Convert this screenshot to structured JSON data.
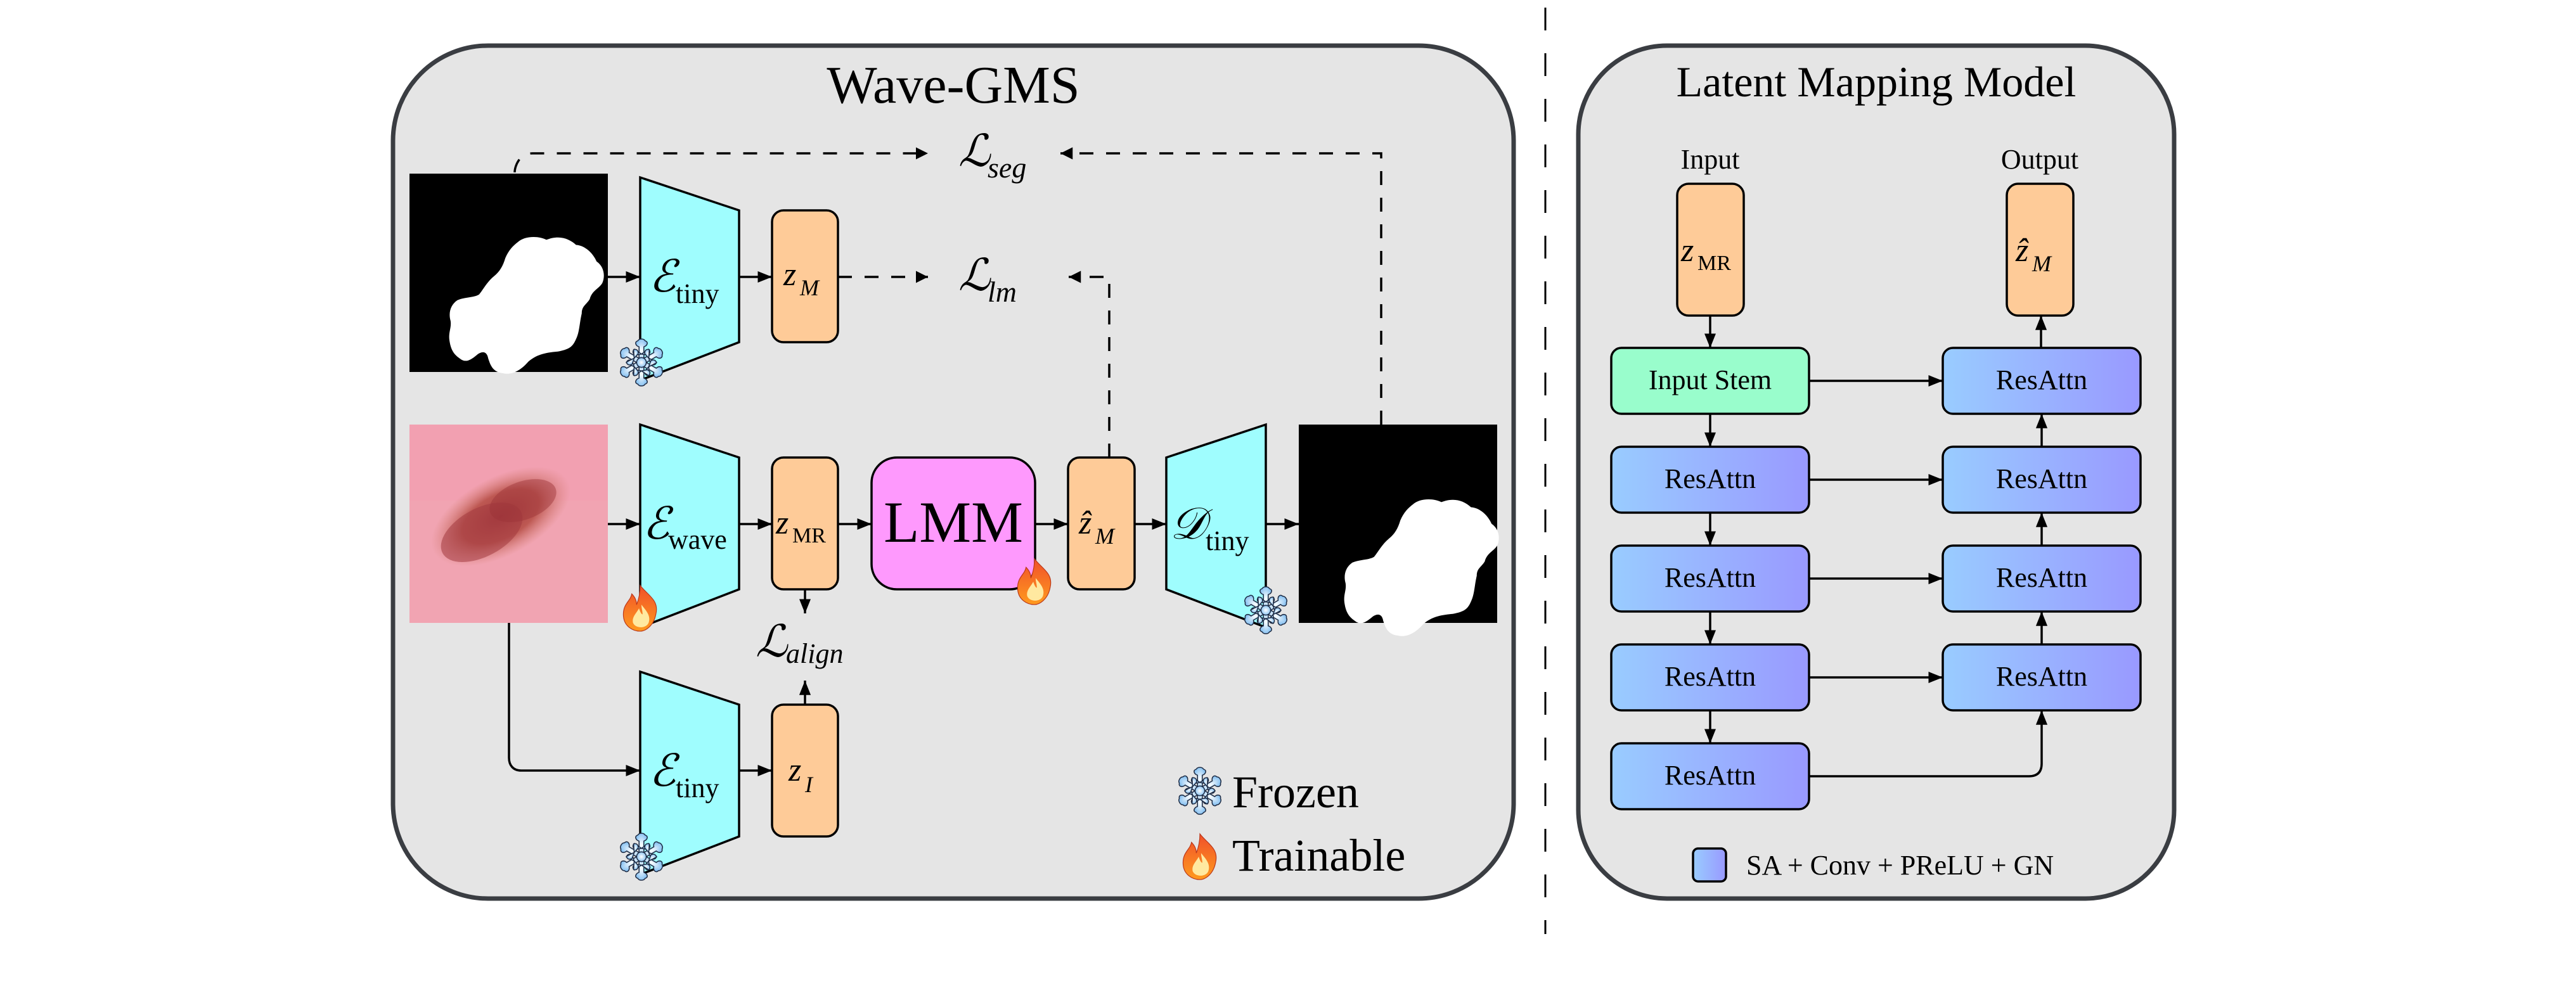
{
  "figure": {
    "left_panel": {
      "title": "Wave-GMS",
      "encoders": {
        "top": {
          "symbol": "ℰ",
          "subscript": "tiny",
          "status": "frozen"
        },
        "middle": {
          "symbol": "ℰ",
          "subscript": "wave",
          "status": "trainable"
        },
        "bottom": {
          "symbol": "ℰ",
          "subscript": "tiny",
          "status": "frozen"
        }
      },
      "decoder": {
        "symbol": "𝒟",
        "subscript": "tiny",
        "status": "frozen"
      },
      "latents": {
        "z_M": {
          "base": "z",
          "subscript": "M"
        },
        "z_MR": {
          "base": "z",
          "subscript": "MR"
        },
        "z_hat_M": {
          "base": "ẑ",
          "subscript": "M"
        },
        "z_I": {
          "base": "z",
          "subscript": "I"
        }
      },
      "lmm": {
        "label": "LMM",
        "status": "trainable"
      },
      "losses": {
        "seg": {
          "base": "ℒ",
          "subscript": "seg"
        },
        "lm": {
          "base": "ℒ",
          "subscript": "lm"
        },
        "align": {
          "base": "ℒ",
          "subscript": "align"
        }
      },
      "images": {
        "input_mask": "ground-truth-mask",
        "input_skin": "dermoscopy-image",
        "output_mask": "predicted-mask"
      },
      "legend": [
        {
          "icon": "snowflake-icon",
          "label": "Frozen"
        },
        {
          "icon": "flame-icon",
          "label": "Trainable"
        }
      ]
    },
    "right_panel": {
      "title": "Latent Mapping Model",
      "input_label": "Input",
      "output_label": "Output",
      "input_latent": {
        "base": "z",
        "subscript": "MR"
      },
      "output_latent": {
        "base": "ẑ",
        "subscript": "M"
      },
      "input_stem": "Input Stem",
      "encoder_blocks": [
        "ResAttn",
        "ResAttn",
        "ResAttn",
        "ResAttn"
      ],
      "decoder_blocks": [
        "ResAttn",
        "ResAttn",
        "ResAttn",
        "ResAttn"
      ],
      "legend": {
        "label": "SA + Conv + PReLU + GN"
      }
    },
    "colors": {
      "panel_bg": "#e5e5e5",
      "panel_border": "#3a3d42",
      "encoder": "#9ffdfe",
      "latent": "#fecb98",
      "lmm": "#fe99fd",
      "input_stem": "#99fdcc",
      "resattn_from": "#99ccff",
      "resattn_to": "#9999ff"
    }
  }
}
